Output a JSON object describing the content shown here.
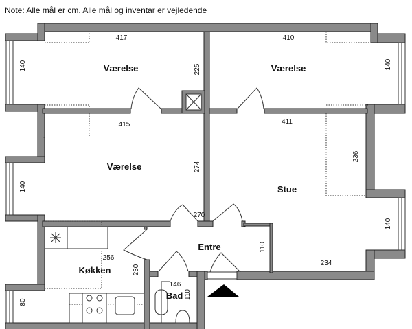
{
  "note": "Note: Alle mål er cm. Alle mål og inventar er vejledende",
  "rooms": {
    "bedroom_top_left": {
      "label": "Værelse",
      "width": "417",
      "depth": "225",
      "window": "140"
    },
    "bedroom_top_right": {
      "label": "Værelse",
      "width": "410",
      "window": "140"
    },
    "bedroom_middle_left": {
      "label": "Værelse",
      "width": "415",
      "depth": "274",
      "window": "140"
    },
    "living_room": {
      "label": "Stue",
      "width": "411",
      "depth": "236",
      "window": "140",
      "bottom_width": "234"
    },
    "entrance": {
      "label": "Entre",
      "width": "270",
      "closet": "110"
    },
    "kitchen": {
      "label": "Køkken",
      "width": "256",
      "depth": "230",
      "window": "80"
    },
    "bathroom": {
      "label": "Bad",
      "width": "146",
      "depth": "110"
    }
  },
  "colors": {
    "wall": "#8a8a8a",
    "outline": "#222222"
  }
}
